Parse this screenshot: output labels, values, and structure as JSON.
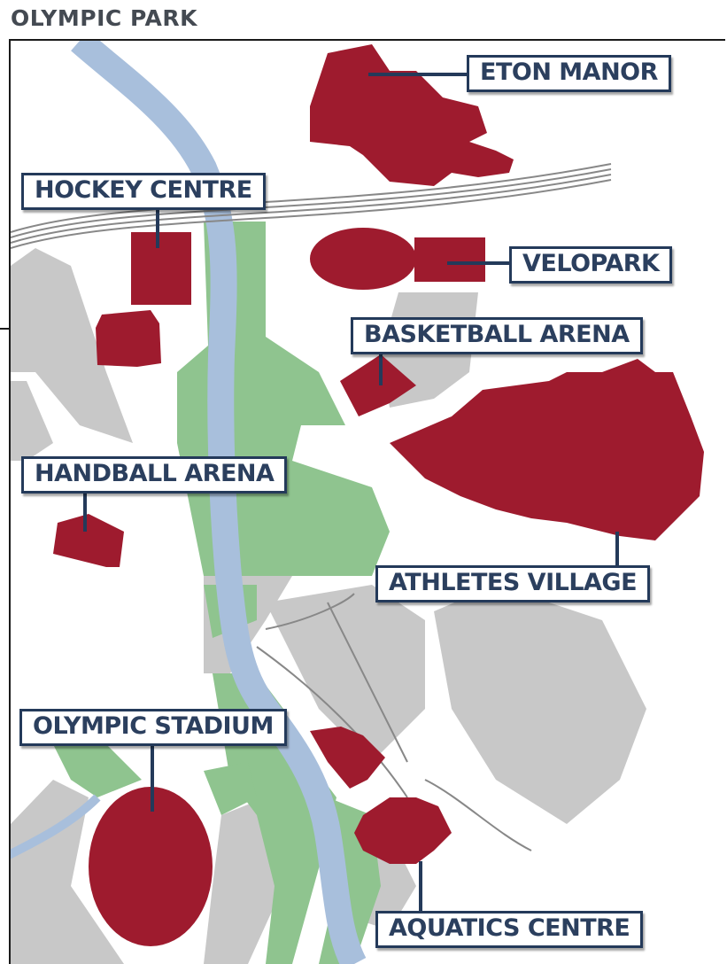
{
  "map": {
    "title": "OLYMPIC PARK",
    "colors": {
      "venue": "#9e1b2e",
      "river": "#a8bfdc",
      "park": "#8fc48f",
      "site": "#c8c8c8",
      "label_border": "#243a5a",
      "label_text": "#2b3f5e"
    },
    "venues": [
      {
        "id": "eton-manor",
        "label": "ETON MANOR"
      },
      {
        "id": "hockey-centre",
        "label": "HOCKEY CENTRE"
      },
      {
        "id": "velopark",
        "label": "VELOPARK"
      },
      {
        "id": "basketball-arena",
        "label": "BASKETBALL ARENA"
      },
      {
        "id": "handball-arena",
        "label": "HANDBALL ARENA"
      },
      {
        "id": "athletes-village",
        "label": "ATHLETES VILLAGE"
      },
      {
        "id": "olympic-stadium",
        "label": "OLYMPIC STADIUM"
      },
      {
        "id": "aquatics-centre",
        "label": "AQUATICS CENTRE"
      }
    ]
  }
}
